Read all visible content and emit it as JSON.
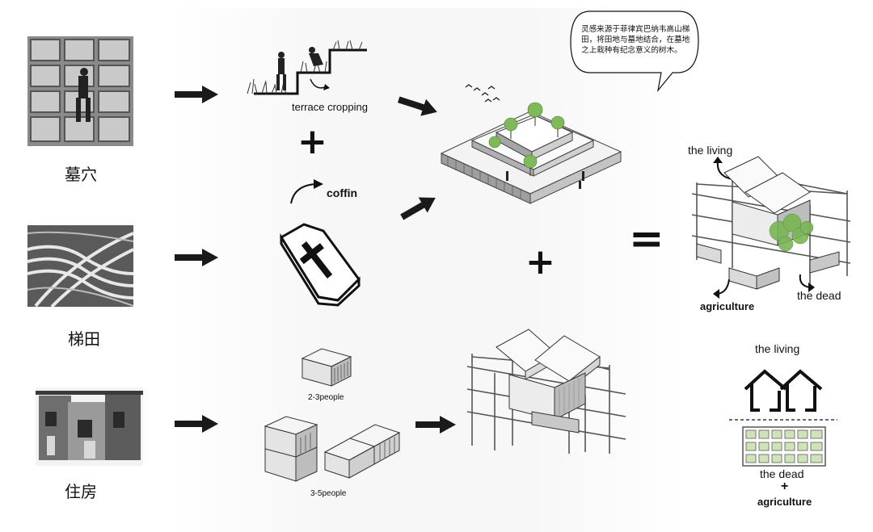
{
  "rows": [
    {
      "label": "墓穴"
    },
    {
      "label": "梯田"
    },
    {
      "label": "住房"
    }
  ],
  "labels": {
    "terrace_cropping": "terrace cropping",
    "coffin": "coffin",
    "unit_small": "2-3people",
    "unit_large": "3-5people",
    "plus": "+",
    "equals": "="
  },
  "bubble": {
    "text": "灵感来源于菲律宾巴纳韦高山梯田，将田地与墓地结合，在墓地之上栽种有纪念意义的树木。"
  },
  "result": {
    "the_living": "the living",
    "agriculture": "agriculture",
    "the_dead": "the dead"
  },
  "legend": {
    "the_living": "the living",
    "the_dead": "the dead",
    "plus": "+",
    "agriculture": "agriculture"
  },
  "colors": {
    "grid_green": "#cfe3b8",
    "ink": "#1a1a1a"
  }
}
